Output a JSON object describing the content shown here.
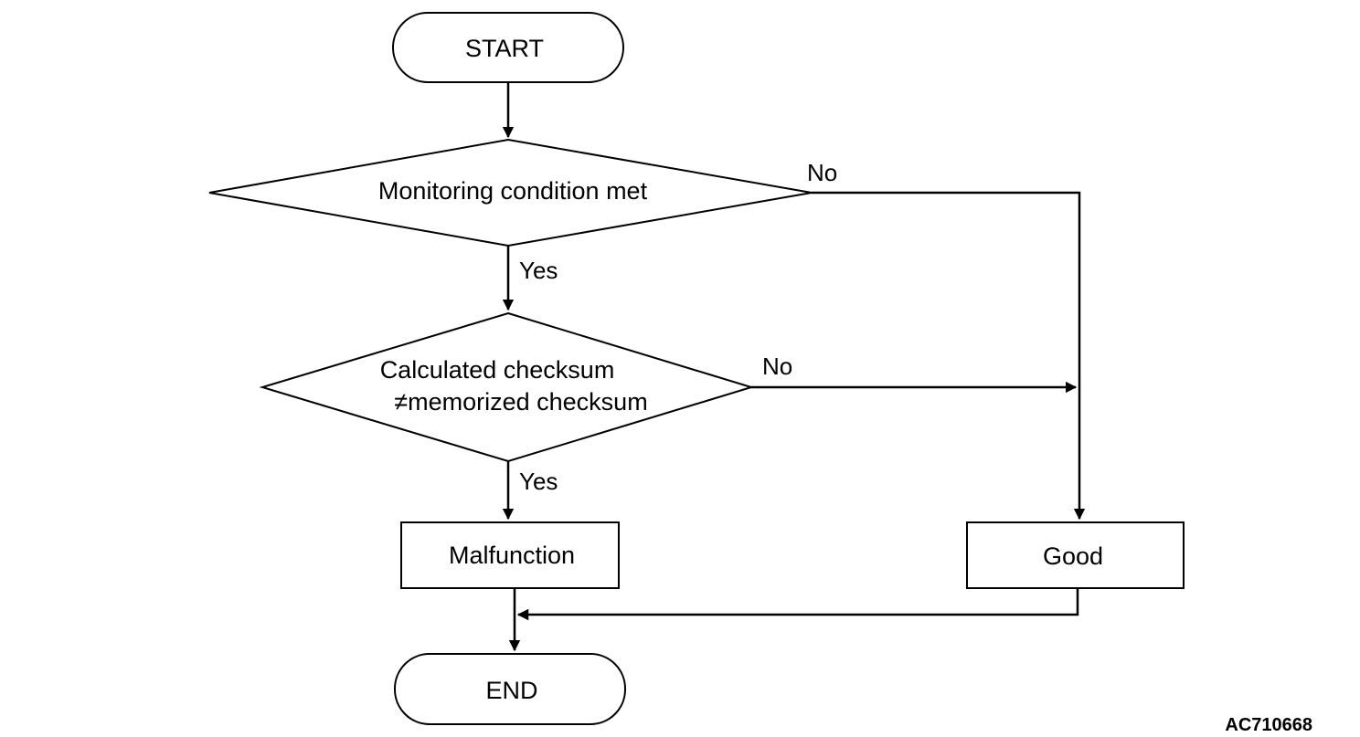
{
  "nodes": {
    "start": "START",
    "decision1": "Monitoring condition met",
    "decision2_line1": "Calculated checksum",
    "decision2_line2": "≠memorized checksum",
    "malfunction": "Malfunction",
    "good": "Good",
    "end": "END"
  },
  "branches": {
    "d1_yes": "Yes",
    "d1_no": "No",
    "d2_yes": "Yes",
    "d2_no": "No"
  },
  "figure_code": "AC710668"
}
